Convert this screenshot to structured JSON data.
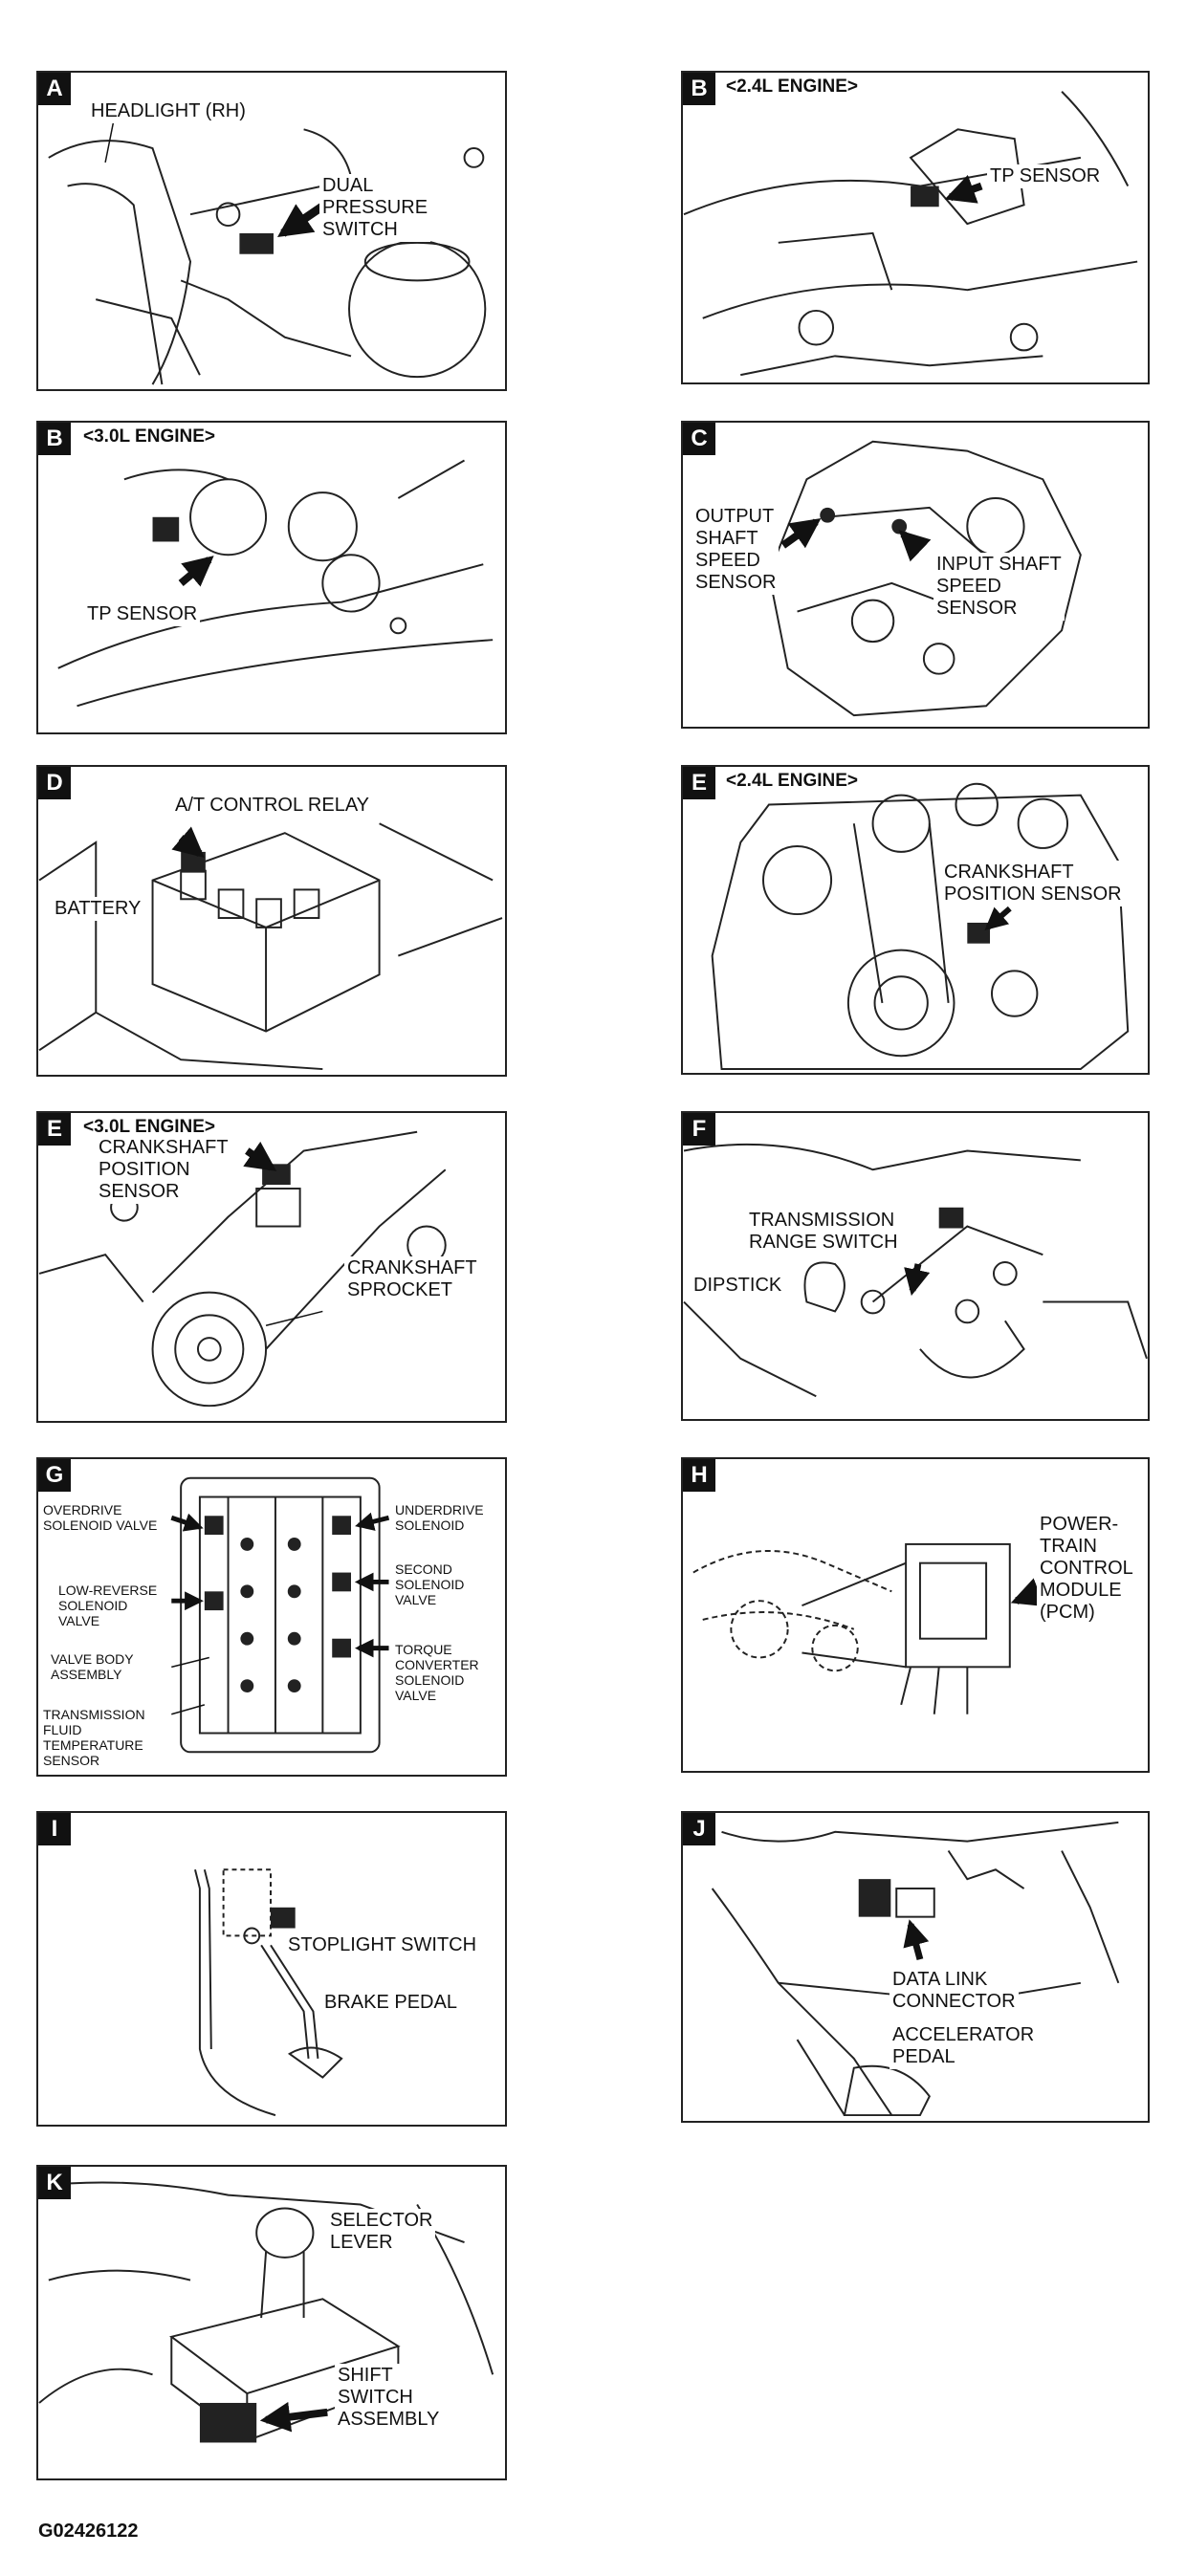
{
  "panels": {
    "a": {
      "letter": "A",
      "labels": [
        "HEADLIGHT (RH)",
        "DUAL\nPRESSURE\nSWITCH"
      ]
    },
    "b24": {
      "letter": "B",
      "header": "<2.4L ENGINE>",
      "labels": [
        "TP SENSOR"
      ]
    },
    "b30": {
      "letter": "B",
      "header": "<3.0L ENGINE>",
      "labels": [
        "TP SENSOR"
      ]
    },
    "c": {
      "letter": "C",
      "labels": [
        "OUTPUT\nSHAFT\nSPEED\nSENSOR",
        "INPUT SHAFT\nSPEED\nSENSOR"
      ]
    },
    "d": {
      "letter": "D",
      "labels": [
        "A/T CONTROL RELAY",
        "BATTERY"
      ]
    },
    "e24": {
      "letter": "E",
      "header": "<2.4L ENGINE>",
      "labels": [
        "CRANKSHAFT\nPOSITION SENSOR"
      ]
    },
    "e30": {
      "letter": "E",
      "header": "<3.0L ENGINE>",
      "labels": [
        "CRANKSHAFT\nPOSITION\nSENSOR",
        "CRANKSHAFT\nSPROCKET"
      ]
    },
    "f": {
      "letter": "F",
      "labels": [
        "TRANSMISSION\nRANGE SWITCH",
        "DIPSTICK"
      ]
    },
    "g": {
      "letter": "G",
      "labels": [
        "OVERDRIVE\nSOLENOID VALVE",
        "LOW-REVERSE\nSOLENOID\nVALVE",
        "VALVE BODY\nASSEMBLY",
        "TRANSMISSION\nFLUID\nTEMPERATURE\nSENSOR",
        "UNDERDRIVE\nSOLENOID",
        "SECOND\nSOLENOID\nVALVE",
        "TORQUE\nCONVERTER\nSOLENOID\nVALVE"
      ]
    },
    "h": {
      "letter": "H",
      "labels": [
        "POWER-\nTRAIN\nCONTROL\nMODULE\n(PCM)"
      ]
    },
    "i": {
      "letter": "I",
      "labels": [
        "STOPLIGHT SWITCH",
        "BRAKE PEDAL"
      ]
    },
    "j": {
      "letter": "J",
      "labels": [
        "DATA LINK\nCONNECTOR",
        "ACCELERATOR\nPEDAL"
      ]
    },
    "k": {
      "letter": "K",
      "labels": [
        "SELECTOR\nLEVER",
        "SHIFT\nSWITCH\nASSEMBLY"
      ]
    }
  },
  "figure_id": "G02426122"
}
